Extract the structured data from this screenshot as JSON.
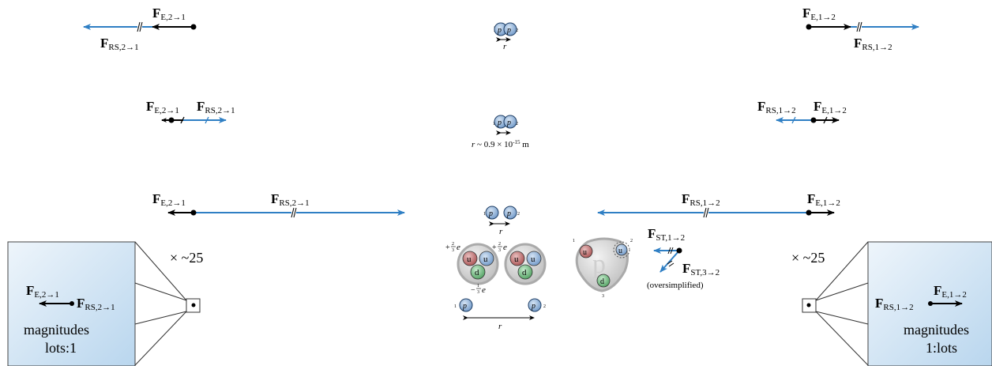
{
  "colors": {
    "black_force": "#000000",
    "blue_force": "#2f7fc4",
    "proton_fill": "#8fb3dc",
    "proton_stroke": "#1f3f66",
    "up_quark_fill": "#7aaee0",
    "red_quark_fill": "#c07070",
    "green_quark_fill": "#6fbf7f",
    "zoom_box_fill": "#cfe3f3"
  },
  "icons": {
    "break_mark": "double-slash-break-icon",
    "proton": "proton-sphere-icon",
    "quark": "quark-sphere-icon",
    "zoom_eye": "zoom-eye-icon"
  },
  "forces": {
    "FE21": {
      "main": "F",
      "sub": "E,2→1"
    },
    "FE12": {
      "main": "F",
      "sub": "E,1→2"
    },
    "FRS21": {
      "main": "F",
      "sub": "RS,2→1"
    },
    "FRS12": {
      "main": "F",
      "sub": "RS,1→2"
    },
    "FST12": {
      "main": "F",
      "sub": "ST,1→2"
    },
    "FST32": {
      "main": "F",
      "sub": "ST,3→2"
    }
  },
  "labels": {
    "r": "r",
    "r_value_italic": "r",
    "r_value_rest": " ~ 0.9 × 10",
    "r_exp": "-15",
    "r_unit": " m",
    "proton_letter": "p",
    "proton_plus": "+",
    "idx1": "1",
    "idx2": "2",
    "idx3": "3",
    "quark_u": "u",
    "quark_d": "d",
    "charge_plus_num": "2",
    "charge_plus_den": "3",
    "charge_minus_num": "1",
    "charge_minus_den": "3",
    "charge_e": "e",
    "charge_plus_sign": "+",
    "charge_minus_sign": "−",
    "oversimplified": "(oversimplified)",
    "times25": "× ~25",
    "magnitudes": "magnitudes",
    "ratio_left": "lots:1",
    "ratio_right": "1:lots"
  }
}
